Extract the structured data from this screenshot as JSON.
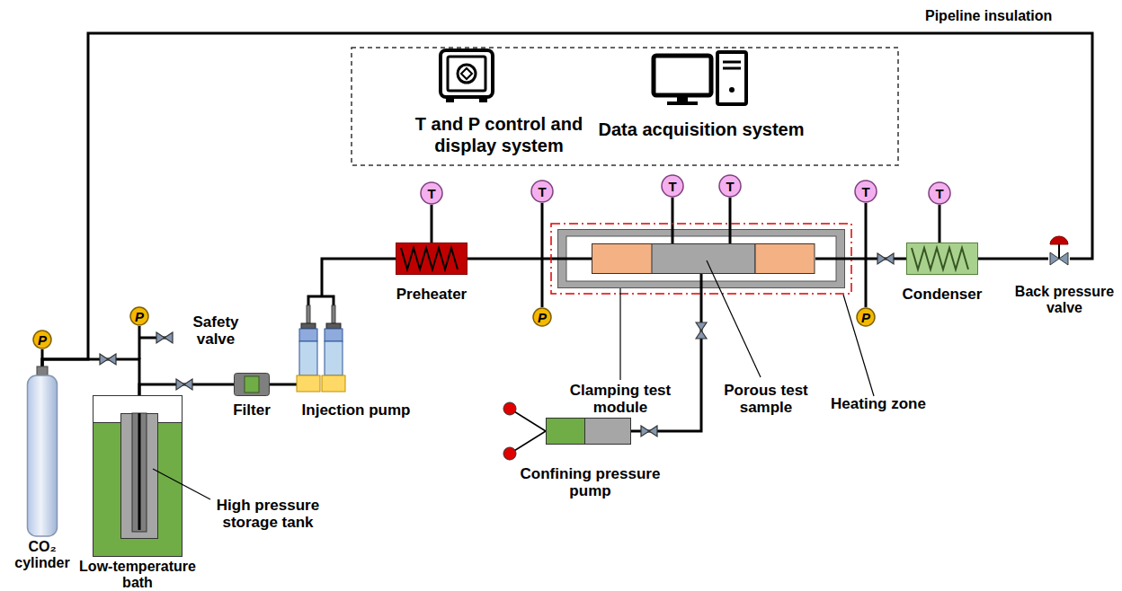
{
  "diagram": {
    "nodes": [
      {
        "text": [
          "T and P control and display system",
          "Data acquisition system"
        ]
      },
      {
        "text": [
          "CO₂ cylinder"
        ]
      },
      {
        "text": [
          "Low-temperature bath"
        ]
      },
      {
        "text": [
          "High pressure storage tank"
        ],
        "in": 2
      },
      {
        "text": [
          "Filter"
        ]
      },
      {
        "text": [
          "Injection pump"
        ]
      },
      {
        "text": [
          "Preheater"
        ]
      },
      {
        "text": [
          "Heating zone"
        ]
      },
      {
        "text": [
          "Clamping test module"
        ],
        "in": 7
      },
      {
        "text": [
          "Porous test sample"
        ],
        "in": 8
      },
      {
        "text": [
          "Condenser"
        ]
      },
      {
        "text": [
          "Back pressure valve"
        ]
      },
      {
        "text": [
          "Confining pressure pump"
        ]
      },
      {
        "text": [
          "P"
        ]
      },
      {
        "text": [
          "P"
        ]
      },
      {
        "text": [
          "T"
        ]
      },
      {
        "text": [
          "T"
        ]
      },
      {
        "text": [
          "P"
        ]
      },
      {
        "text": [
          "T"
        ]
      },
      {
        "text": [
          "T"
        ]
      },
      {
        "text": [
          "T"
        ]
      },
      {
        "text": [
          "P"
        ]
      },
      {
        "text": [
          "T"
        ]
      }
    ],
    "edges": [
      {
        "from": 1,
        "to": 3,
        "arrow": "none"
      },
      {
        "from": 3,
        "to": 4,
        "arrow": "none"
      },
      {
        "from": 4,
        "to": 5,
        "arrow": "none"
      },
      {
        "from": 5,
        "to": 6,
        "arrow": "none"
      },
      {
        "from": 6,
        "to": 8,
        "arrow": "none"
      },
      {
        "from": 8,
        "to": 10,
        "arrow": "none"
      },
      {
        "from": 10,
        "to": 11,
        "arrow": "none"
      },
      {
        "from": 11,
        "to": 1,
        "label": "Pipeline insulation",
        "arrow": "none"
      },
      {
        "from": 12,
        "to": 8,
        "arrow": "none"
      }
    ],
    "labels": [
      "Safety valve"
    ]
  }
}
